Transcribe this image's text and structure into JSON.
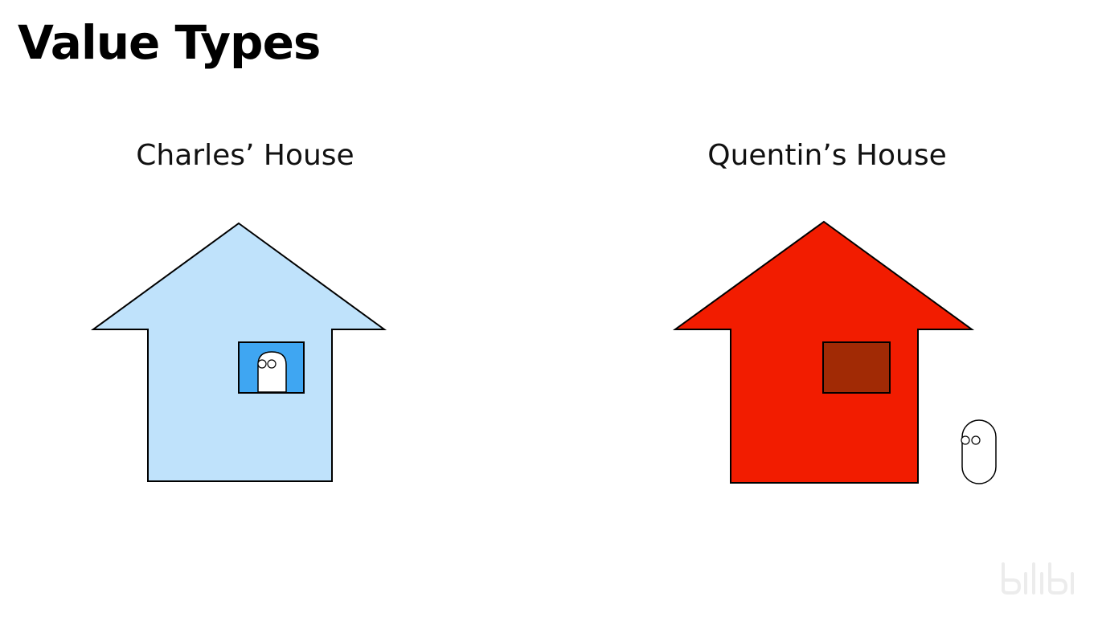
{
  "title": "Value Types",
  "houses": [
    {
      "label": "Charles’ House",
      "body_color": "#bfe2fb",
      "window_color": "#3fa6f2",
      "occupant": "inside-window"
    },
    {
      "label": "Quentin’s House",
      "body_color": "#f21c00",
      "window_color": "#a12a05",
      "occupant": "outside"
    }
  ],
  "icons": {
    "watermark": "bilibili-logo-icon"
  }
}
